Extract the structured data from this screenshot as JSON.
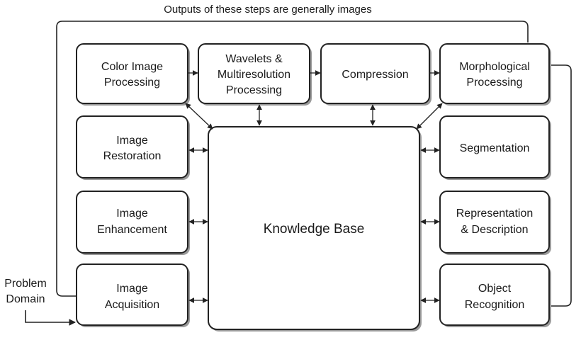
{
  "caption_top": "Outputs of these steps are generally images",
  "problem_domain": [
    "Problem",
    "Domain"
  ],
  "knowledge_base": "Knowledge Base",
  "steps": {
    "color_image_processing": [
      "Color Image",
      "Processing"
    ],
    "wavelets": [
      "Wavelets &",
      "Multiresolution",
      "Processing"
    ],
    "compression": [
      "Compression"
    ],
    "morphological_processing": [
      "Morphological",
      "Processing"
    ],
    "image_restoration": [
      "Image",
      "Restoration"
    ],
    "segmentation": [
      "Segmentation"
    ],
    "image_enhancement": [
      "Image",
      "Enhancement"
    ],
    "representation_description": [
      "Representation",
      "& Description"
    ],
    "image_acquisition": [
      "Image",
      "Acquisition"
    ],
    "object_recognition": [
      "Object",
      "Recognition"
    ]
  }
}
